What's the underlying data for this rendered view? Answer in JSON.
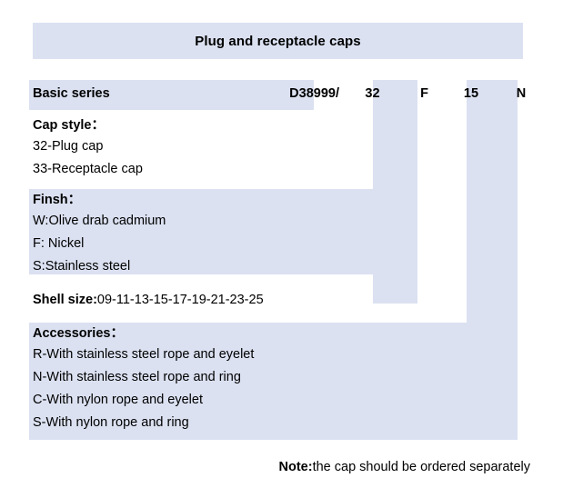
{
  "title": {
    "text": "Plug and receptacle caps"
  },
  "code_row": {
    "label": "Basic series",
    "cells": [
      {
        "name": "basic-series-code",
        "value": "D38999/"
      },
      {
        "name": "cap-style-code",
        "value": "32"
      },
      {
        "name": "finish-code",
        "value": "F"
      },
      {
        "name": "shell-size-code",
        "value": "15"
      },
      {
        "name": "accessory-code",
        "value": "N"
      }
    ]
  },
  "blocks": [
    {
      "key": "cap-style",
      "heading": "Cap style：",
      "lines": [
        "32-Plug cap",
        "33-Receptacle cap"
      ]
    },
    {
      "key": "finish",
      "heading": "Finsh：",
      "lines": [
        "W:Olive drab cadmium",
        "F: Nickel",
        "S:Stainless steel"
      ]
    },
    {
      "key": "shell-size",
      "heading": "Shell size:",
      "value": "09-11-13-15-17-19-21-23-25",
      "lines": []
    },
    {
      "key": "accessories",
      "heading": "Accessories：",
      "lines": [
        "R-With stainless steel rope and eyelet",
        "N-With stainless steel rope and ring",
        "C-With nylon rope and eyelet",
        "S-With nylon rope and ring"
      ]
    }
  ],
  "note": {
    "label": "Note:",
    "text": "the cap should be ordered separately"
  },
  "colors": {
    "shading": "#dbe1f1",
    "background": "#ffffff",
    "text": "#000000"
  }
}
